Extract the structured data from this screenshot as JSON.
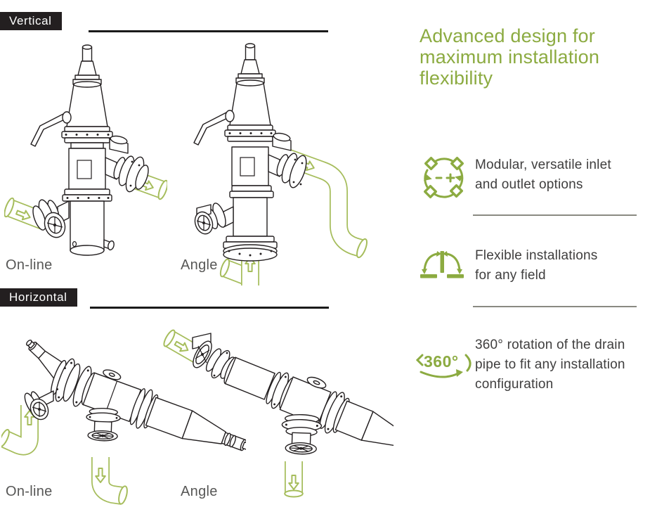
{
  "sections": {
    "vertical": {
      "title": "Vertical",
      "variants": [
        {
          "label": "On-line"
        },
        {
          "label": "Angle"
        }
      ]
    },
    "horizontal": {
      "title": "Horizontal",
      "variants": [
        {
          "label": "On-line"
        },
        {
          "label": "Angle"
        }
      ]
    }
  },
  "aside": {
    "heading": "Advanced design for\nmaximum installation\nflexibility",
    "features": [
      {
        "icon": "modular-icon",
        "text": "Modular, versatile inlet\nand outlet options"
      },
      {
        "icon": "swing-rotation-icon",
        "text": "Flexible installations\nfor any field"
      },
      {
        "icon": "rotation-360-icon",
        "icon_text": "360°",
        "text": "360° rotation of the drain\npipe to fit any installation\nconfiguration"
      }
    ]
  },
  "colors": {
    "accent_green": "#8cab41",
    "pipe_green": "#a6bd5c",
    "ink": "#231f20",
    "body_text": "#3f3e3e",
    "label_gray": "#575756"
  }
}
